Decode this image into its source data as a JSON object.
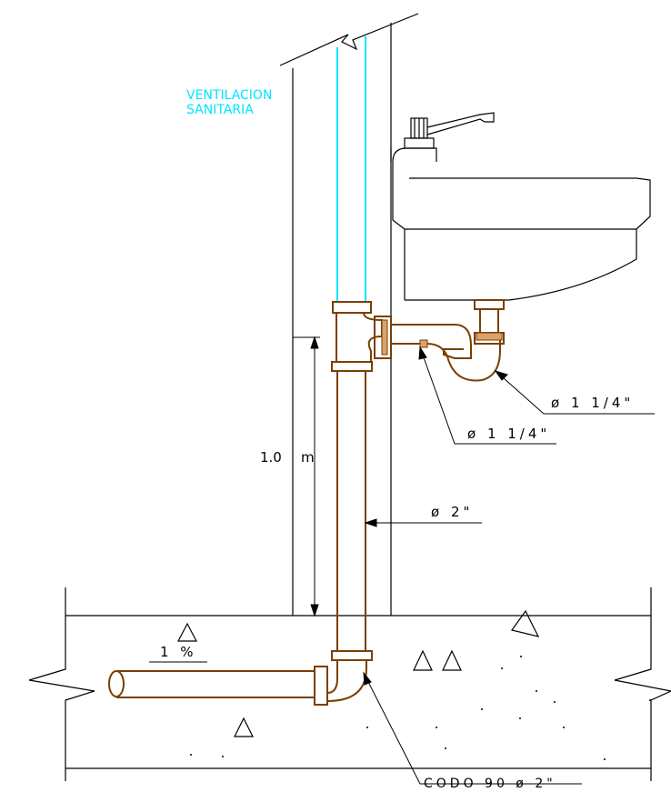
{
  "labels": {
    "vent_line1": "VENTILACION",
    "vent_line2": "SANITARIA",
    "trap_diameter": "ø 1 1/4\"",
    "branch_diameter": "ø 1 1/4\"",
    "pipe_diameter": "ø 2\"",
    "height_value": "1.0",
    "height_unit": "m",
    "slope": "1 %",
    "elbow": "CODO 90 ø 2\""
  },
  "colors": {
    "pipe": "#7a3f00",
    "vent": "#00e5ff",
    "line": "#000000",
    "fitting_fill": "#d9a36a"
  }
}
